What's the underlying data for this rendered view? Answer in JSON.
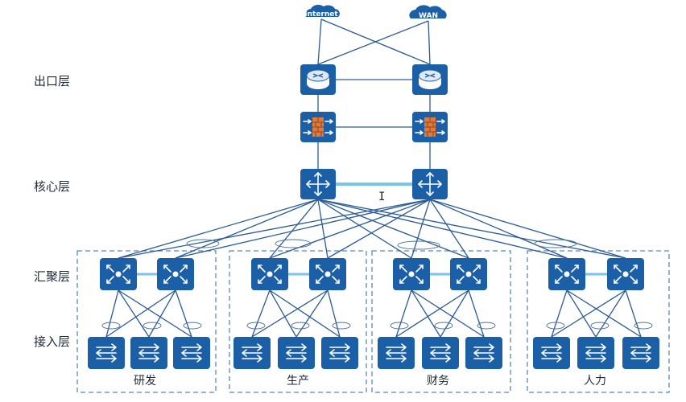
{
  "clouds": [
    {
      "id": "internet",
      "label": "Internet"
    },
    {
      "id": "wan",
      "label": "WAN"
    }
  ],
  "layers": {
    "egress": "出口层",
    "core": "核心层",
    "aggregation": "汇聚层",
    "access": "接入层"
  },
  "groups": [
    {
      "id": "rd",
      "label": "研发"
    },
    {
      "id": "production",
      "label": "生产"
    },
    {
      "id": "finance",
      "label": "财务"
    },
    {
      "id": "hr",
      "label": "人力"
    }
  ],
  "devices": {
    "egress_routers": [
      "router-icon",
      "router-icon"
    ],
    "firewalls": [
      "firewall-icon",
      "firewall-icon"
    ],
    "core_switches": [
      "core-switch-icon",
      "core-switch-icon"
    ],
    "aggregation_switch_icon": "aggregation-switch-icon",
    "access_switch_icon": "access-switch-icon"
  },
  "colors": {
    "device": "#1b5fa6",
    "cloud": "#1b5fa6",
    "link": "#2a5a9a",
    "stack_link": "#79c3ef",
    "firewall_brick": "#e07a3c",
    "group_border": "#5b88b8"
  }
}
